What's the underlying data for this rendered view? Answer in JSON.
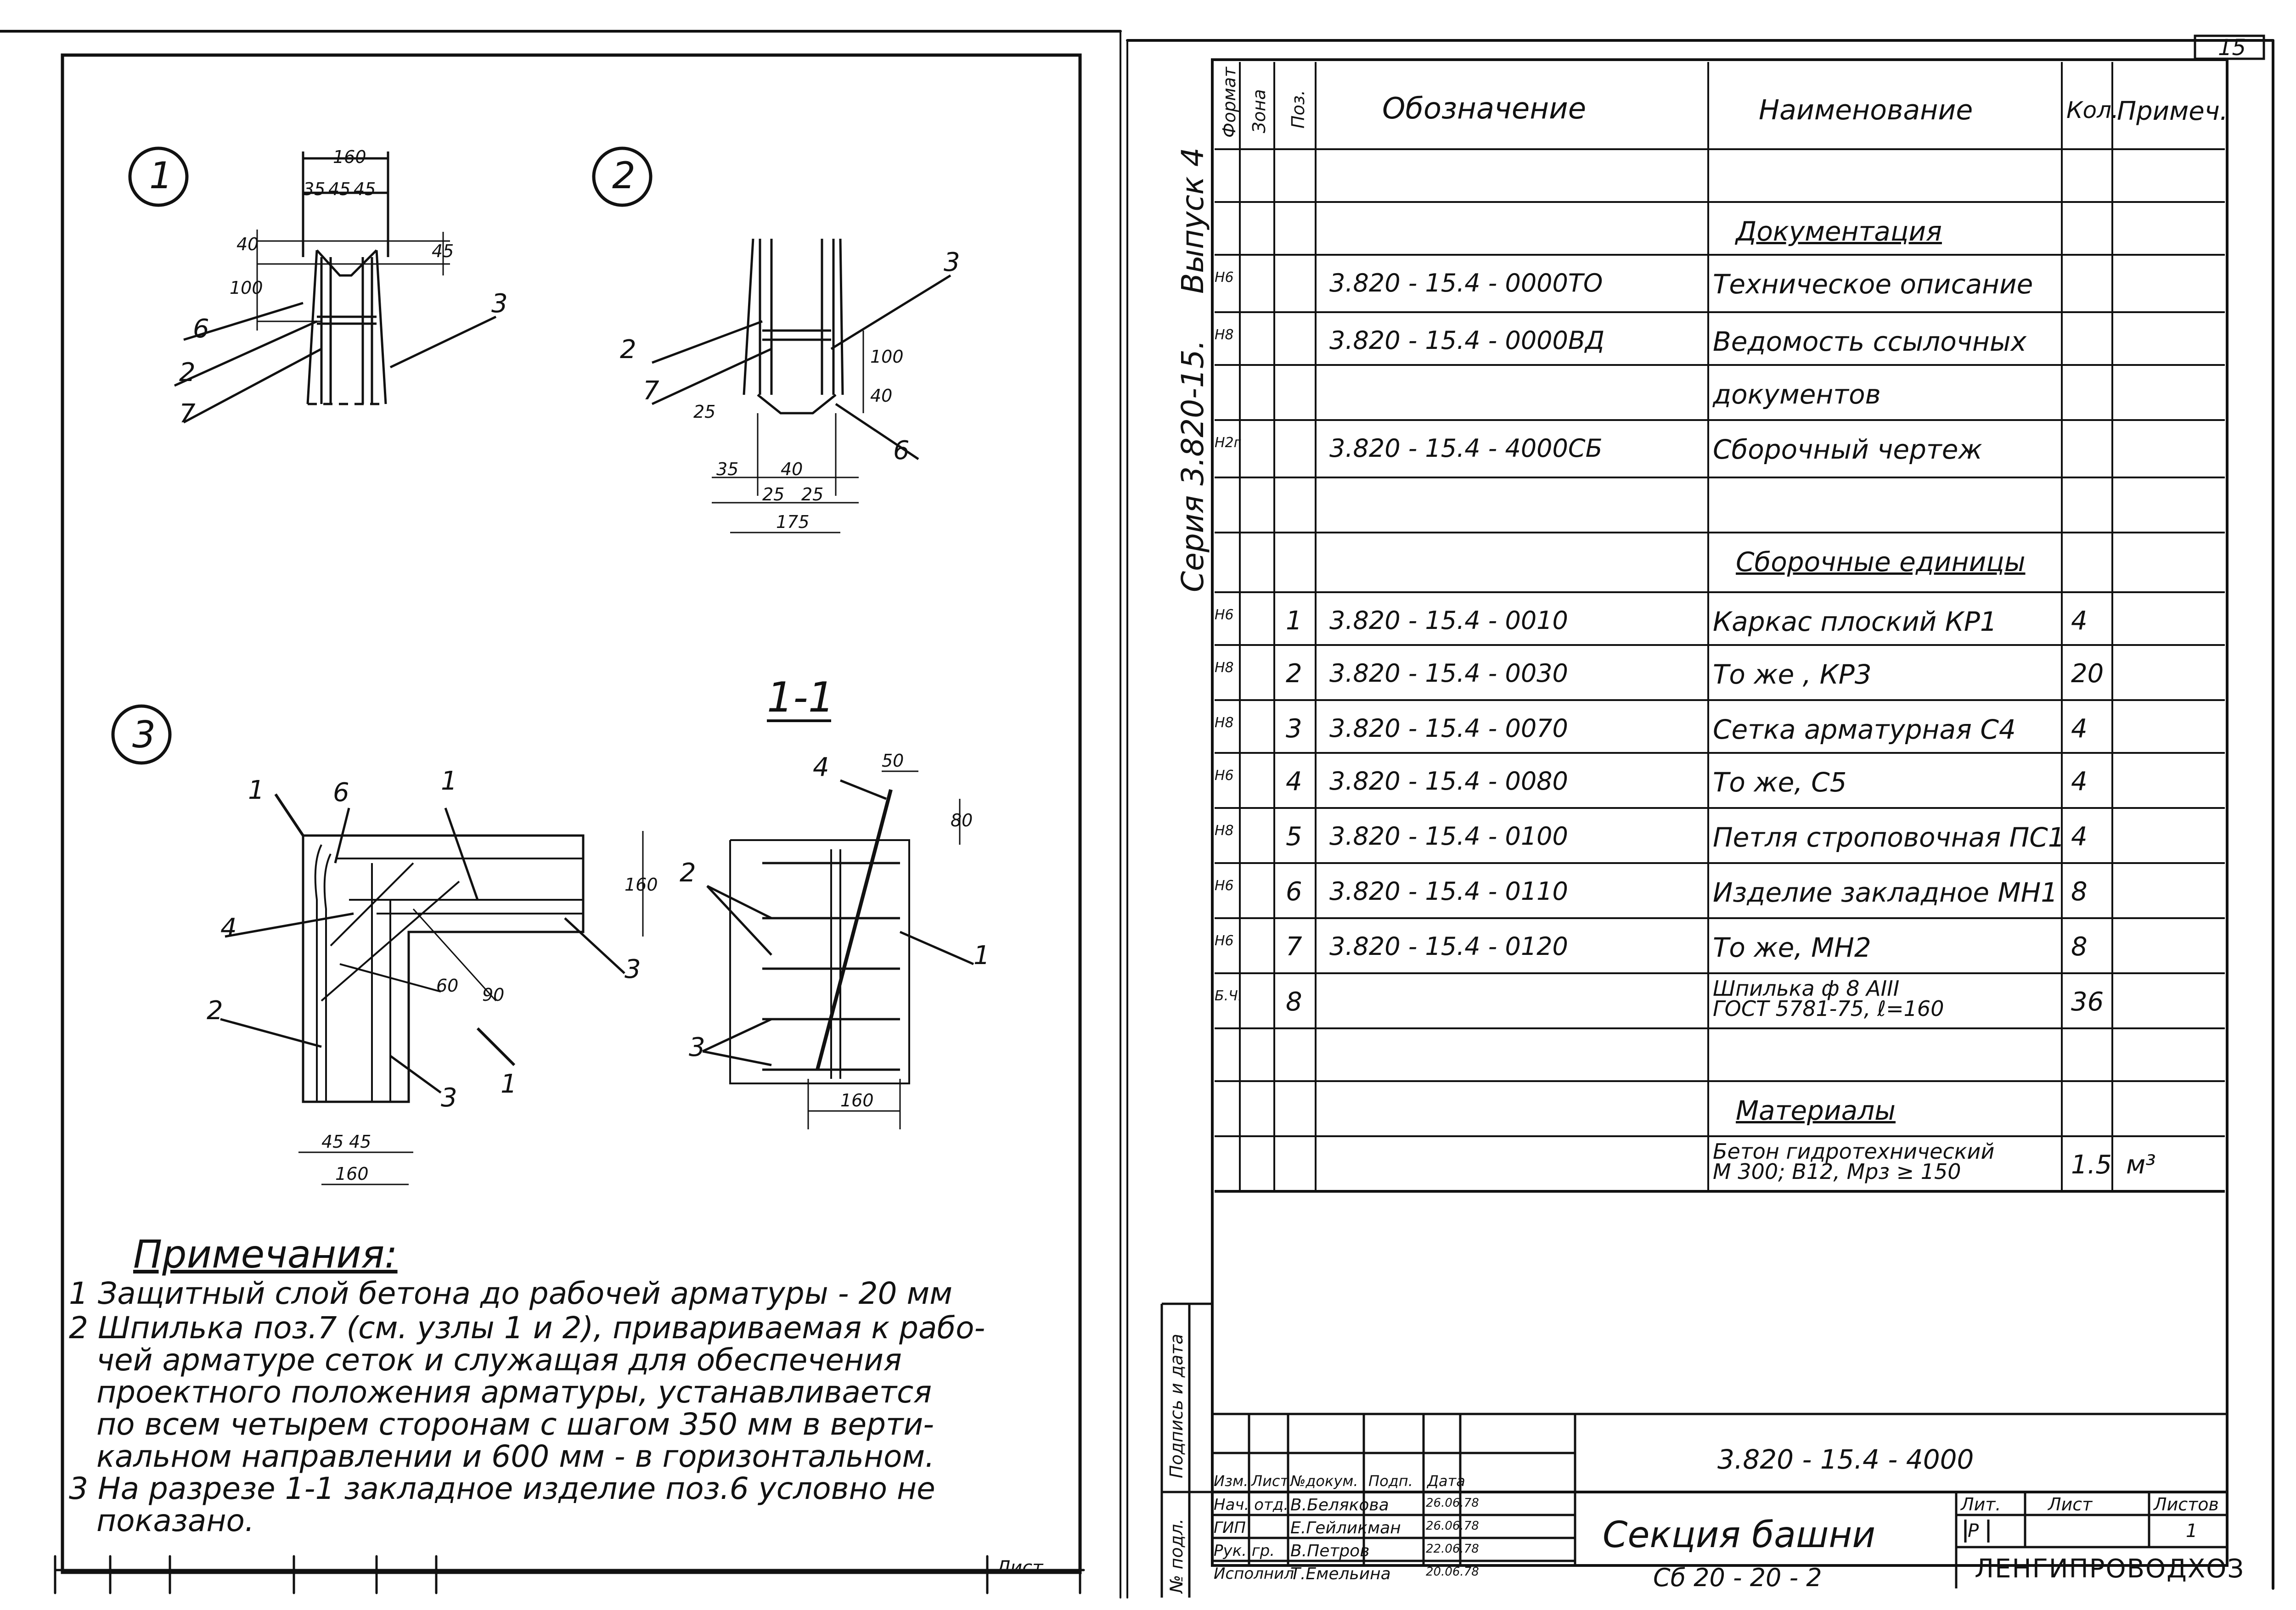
{
  "sheet_no": "15",
  "series_label": "Серия 3.820-15.",
  "issue_label": "Выпуск 4",
  "node_labels": [
    "1",
    "2",
    "3"
  ],
  "section_label": "1-1",
  "dims": {
    "n1": [
      "160",
      "35",
      "45",
      "45",
      "40",
      "100",
      "45"
    ],
    "n2": [
      "100",
      "40",
      "25",
      "35",
      "40",
      "25",
      "25",
      "175"
    ],
    "n3": [
      "160",
      "60",
      "90",
      "45",
      "45",
      "160"
    ],
    "s11": [
      "50",
      "80",
      "160"
    ]
  },
  "callouts": {
    "n1": [
      "6",
      "2",
      "7",
      "3"
    ],
    "n2": [
      "3",
      "2",
      "7",
      "6"
    ],
    "n3": [
      "6",
      "1",
      "4",
      "2",
      "3",
      "3",
      "1",
      "1"
    ],
    "s11": [
      "4",
      "2",
      "1",
      "3"
    ]
  },
  "notes": {
    "title": "Примечания:",
    "lines": [
      "1 Защитный слой бетона до рабочей арматуры - 20 мм",
      "2 Шпилька поз.7 (см. узлы 1 и 2), привариваемая к рабо-",
      "чей арматуре сеток и служащая для обеспечения",
      "проектного положения арматуры, устанавливается",
      "по всем четырем сторонам с шагом 350 мм в верти-",
      "кальном направлении и 600 мм - в горизонтальном.",
      "3 На разрезе 1-1 закладное изделие поз.6 условно не",
      "показано."
    ]
  },
  "left_list_label": "Лист",
  "spec": {
    "headers": [
      "Формат",
      "Зона",
      "Поз.",
      "Обозначение",
      "Наименование",
      "Кол.",
      "Примеч."
    ],
    "rows": [
      {
        "fmt": "",
        "zone": "",
        "pos": "",
        "code": "",
        "name": "",
        "qty": "",
        "note": ""
      },
      {
        "fmt": "",
        "zone": "",
        "pos": "",
        "code": "",
        "name": "Документация",
        "qty": "",
        "note": "",
        "heading": true
      },
      {
        "fmt": "Н6",
        "zone": "",
        "pos": "",
        "code": "3.820 - 15.4 - 0000ТО",
        "name": "Техническое описание",
        "qty": "",
        "note": ""
      },
      {
        "fmt": "Н8",
        "zone": "",
        "pos": "",
        "code": "3.820 - 15.4 - 0000ВД",
        "name": "Ведомость ссылочных",
        "qty": "",
        "note": ""
      },
      {
        "fmt": "",
        "zone": "",
        "pos": "",
        "code": "",
        "name": "документов",
        "qty": "",
        "note": ""
      },
      {
        "fmt": "Н2г",
        "zone": "",
        "pos": "",
        "code": "3.820 - 15.4 - 4000СБ",
        "name": "Сборочный чертеж",
        "qty": "",
        "note": ""
      },
      {
        "fmt": "",
        "zone": "",
        "pos": "",
        "code": "",
        "name": "",
        "qty": "",
        "note": ""
      },
      {
        "fmt": "",
        "zone": "",
        "pos": "",
        "code": "",
        "name": "Сборочные единицы",
        "qty": "",
        "note": "",
        "heading": true
      },
      {
        "fmt": "Н6",
        "zone": "",
        "pos": "1",
        "code": "3.820 - 15.4 - 0010",
        "name": "Каркас плоский КР1",
        "qty": "4",
        "note": ""
      },
      {
        "fmt": "Н8",
        "zone": "",
        "pos": "2",
        "code": "3.820 - 15.4 - 0030",
        "name": "То же ,             КР3",
        "qty": "20",
        "note": ""
      },
      {
        "fmt": "Н8",
        "zone": "",
        "pos": "3",
        "code": "3.820 - 15.4 - 0070",
        "name": "Сетка арматурная С4",
        "qty": "4",
        "note": ""
      },
      {
        "fmt": "Н6",
        "zone": "",
        "pos": "4",
        "code": "3.820 - 15.4 - 0080",
        "name": "То же,                C5",
        "qty": "4",
        "note": ""
      },
      {
        "fmt": "Н8",
        "zone": "",
        "pos": "5",
        "code": "3.820 - 15.4 - 0100",
        "name": "Петля строповочная ПС1",
        "qty": "4",
        "note": ""
      },
      {
        "fmt": "Н6",
        "zone": "",
        "pos": "6",
        "code": "3.820 - 15.4 - 0110",
        "name": "Изделие закладное МН1",
        "qty": "8",
        "note": ""
      },
      {
        "fmt": "Н6",
        "zone": "",
        "pos": "7",
        "code": "3.820 - 15.4 - 0120",
        "name": "То же,              МН2",
        "qty": "8",
        "note": ""
      },
      {
        "fmt": "Б.Ч.",
        "zone": "",
        "pos": "8",
        "code": "",
        "name": "Шпилька ф 8 АIII\nГОСТ 5781-75, ℓ=160",
        "qty": "36",
        "note": ""
      },
      {
        "fmt": "",
        "zone": "",
        "pos": "",
        "code": "",
        "name": "",
        "qty": "",
        "note": ""
      },
      {
        "fmt": "",
        "zone": "",
        "pos": "",
        "code": "",
        "name": "Материалы",
        "qty": "",
        "note": "",
        "heading": true
      },
      {
        "fmt": "",
        "zone": "",
        "pos": "",
        "code": "",
        "name": "Бетон гидротехнический\nМ 300; В12, Мрз ≥ 150",
        "qty": "1.5",
        "note": "м³"
      }
    ]
  },
  "side_stamp": [
    "Подпись и дата",
    "№ подл."
  ],
  "title_block": {
    "doc_code": "3.820 - 15.4 - 4000",
    "title": "Секция башни",
    "subtitle": "Сб 20 - 20 - 2",
    "head": [
      "Изм.",
      "Лист",
      "№докум.",
      "Подп.",
      "Дата"
    ],
    "people": [
      {
        "role": "Нач. отд.",
        "name": "В.Белякова",
        "date": "26.06.78"
      },
      {
        "role": "ГИП",
        "name": "Е.Гейликман",
        "date": "26.06.78"
      },
      {
        "role": "Рук. гр.",
        "name": "В.Петров",
        "date": "22.06.78"
      },
      {
        "role": "Исполнил",
        "name": "Т.Емельина",
        "date": "20.06.78"
      }
    ],
    "lit_label": "Лит.",
    "sheet_label": "Лист",
    "sheets_label": "Листов",
    "lit_value": "Р",
    "sheets_value": "1",
    "org": "ЛЕНГИПРОВОДХОЗ"
  }
}
